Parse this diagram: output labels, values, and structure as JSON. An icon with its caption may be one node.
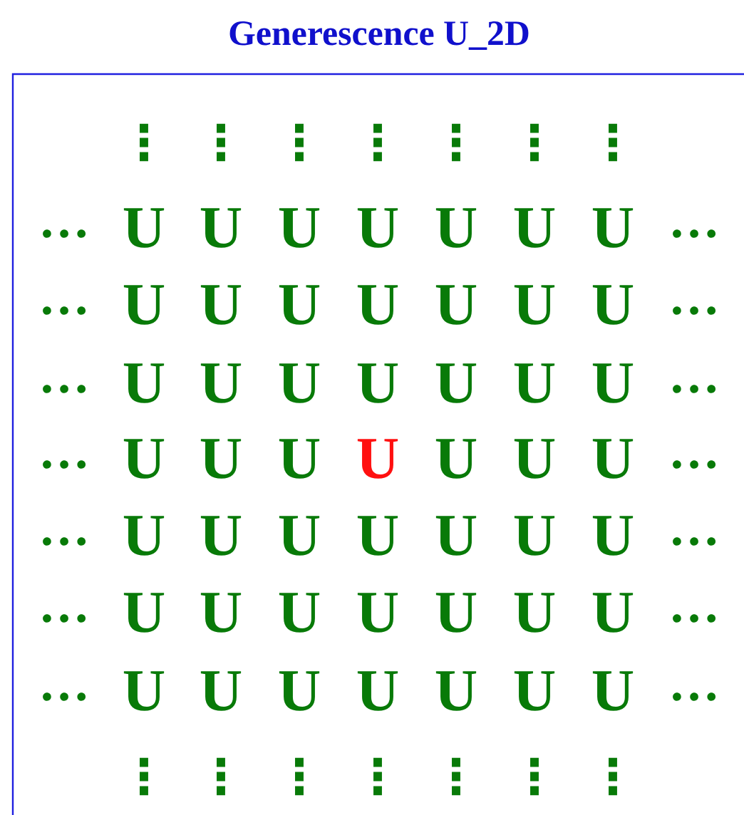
{
  "diagram": {
    "title": "Generescence U_2D",
    "labels": [
      "⋮",
      "⋮",
      "⋮",
      "⋮",
      "⋮",
      "⋮",
      "⋮",
      "…",
      "U",
      "U",
      "U",
      "U",
      "U",
      "U",
      "U",
      "…",
      "…",
      "U",
      "U",
      "U",
      "U",
      "U",
      "U",
      "U",
      "…",
      "…",
      "U",
      "U",
      "U",
      "U",
      "U",
      "U",
      "U",
      "…",
      "…",
      "U",
      "U",
      "U",
      "U",
      "U",
      "U",
      "U",
      "…",
      "…",
      "U",
      "U",
      "U",
      "U",
      "U",
      "U",
      "U",
      "…",
      "…",
      "U",
      "U",
      "U",
      "U",
      "U",
      "U",
      "U",
      "…",
      "…",
      "U",
      "U",
      "U",
      "U",
      "U",
      "U",
      "U",
      "…",
      "⋮",
      "⋮",
      "⋮",
      "⋮",
      "⋮",
      "⋮",
      "⋮"
    ]
  }
}
